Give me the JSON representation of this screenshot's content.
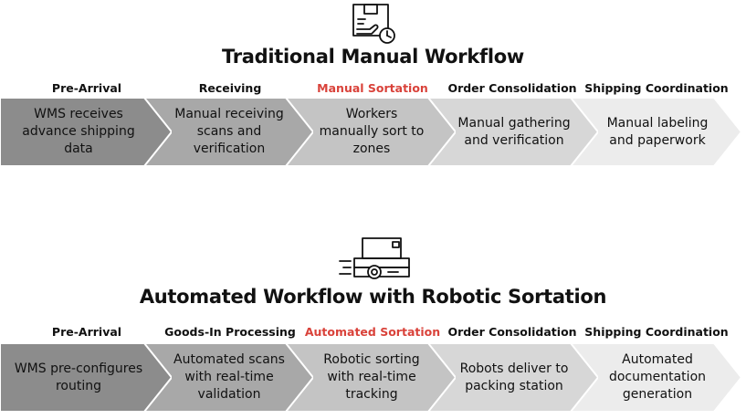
{
  "colors": {
    "highlight": "#d9423a",
    "chevrons": [
      "#8c8c8c",
      "#a8a8a8",
      "#c4c4c4",
      "#d7d7d7",
      "#ececec"
    ]
  },
  "manual": {
    "icon": "box-clock-icon",
    "title": "Traditional Manual Workflow",
    "stages": [
      {
        "label": "Pre-Arrival",
        "text": "WMS receives advance shipping data"
      },
      {
        "label": "Receiving",
        "text": "Manual receiving scans and verification"
      },
      {
        "label": "Manual Sortation",
        "text": "Workers manually sort to zones"
      },
      {
        "label": "Order Consolidation",
        "text": "Manual gathering and verification"
      },
      {
        "label": "Shipping Coordination",
        "text": "Manual labeling and paperwork"
      }
    ]
  },
  "automated": {
    "icon": "robot-conveyor-icon",
    "title": "Automated Workflow with Robotic Sortation",
    "stages": [
      {
        "label": "Pre-Arrival",
        "text": "WMS pre-configures routing"
      },
      {
        "label": "Goods-In Processing",
        "text": "Automated scans with real-time validation"
      },
      {
        "label": "Automated Sortation",
        "text": "Robotic sorting with real-time tracking"
      },
      {
        "label": "Order Consolidation",
        "text": "Robots deliver to packing station"
      },
      {
        "label": "Shipping Coordination",
        "text": "Automated documentation generation"
      }
    ]
  }
}
